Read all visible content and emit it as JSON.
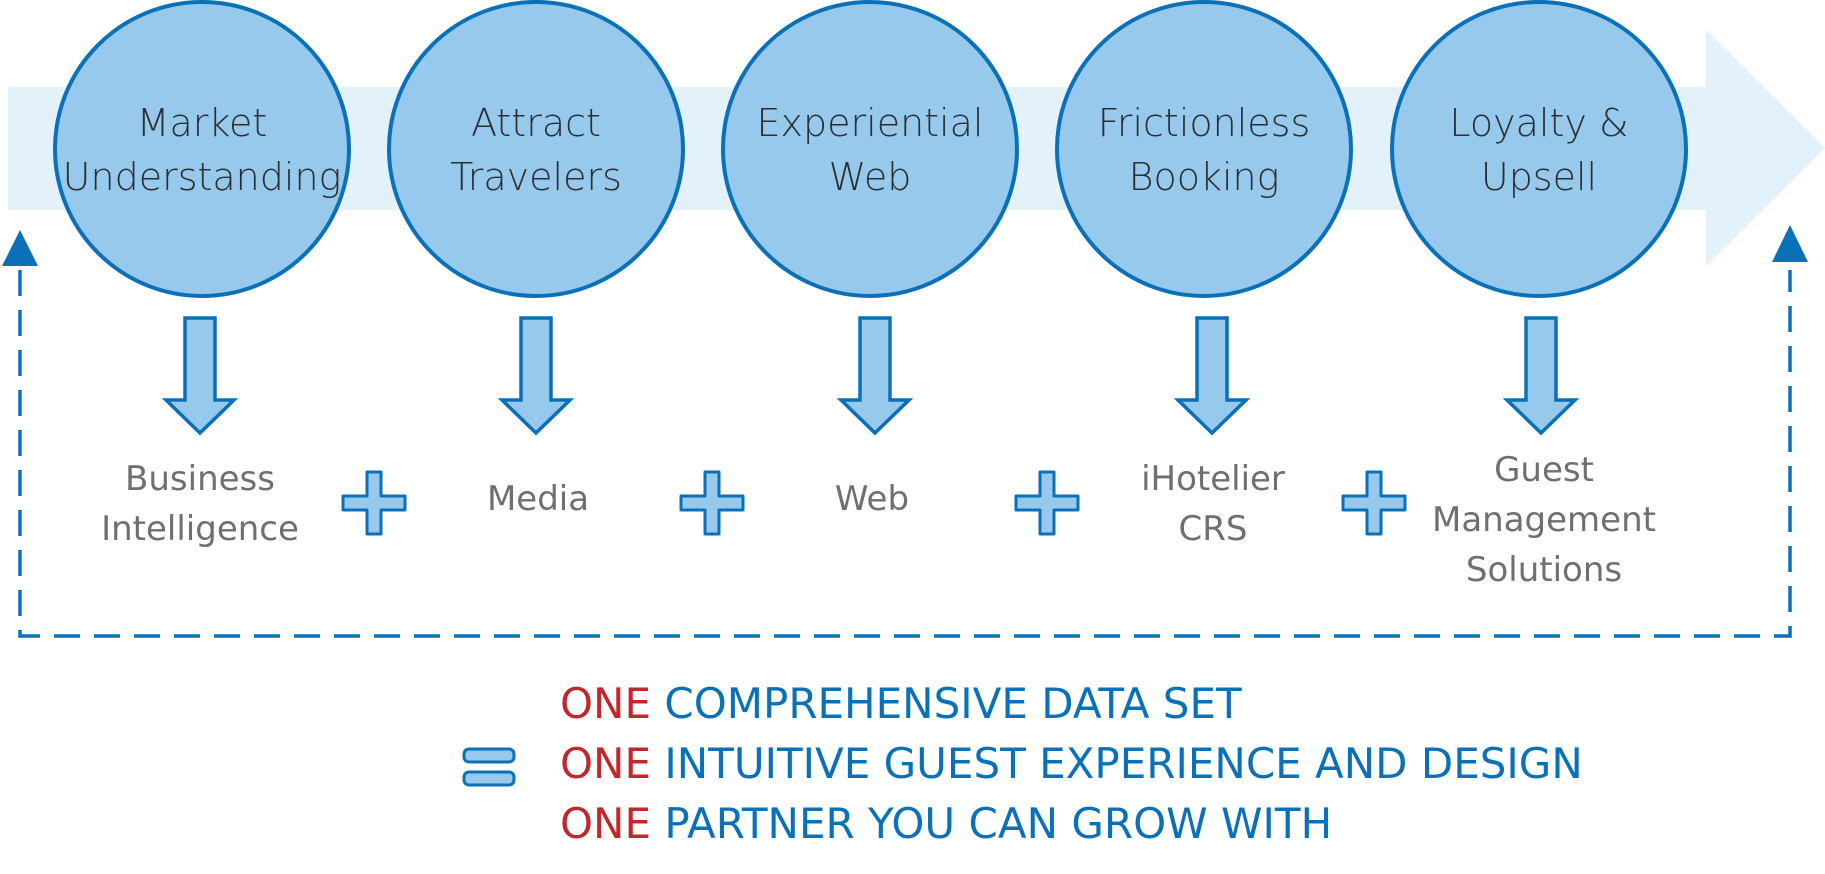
{
  "stages": [
    {
      "lines": [
        "Market",
        "Understanding"
      ]
    },
    {
      "lines": [
        "Attract",
        "Travelers"
      ]
    },
    {
      "lines": [
        "Experiential",
        "Web"
      ]
    },
    {
      "lines": [
        "Frictionless",
        "Booking"
      ]
    },
    {
      "lines": [
        "Loyalty &",
        "Upsell"
      ]
    }
  ],
  "outputs": [
    {
      "lines": [
        "Business",
        "Intelligence"
      ]
    },
    {
      "lines": [
        "Media"
      ]
    },
    {
      "lines": [
        "Web"
      ]
    },
    {
      "lines": [
        "iHotelier",
        "CRS"
      ]
    },
    {
      "lines": [
        "Guest",
        "Management",
        "Solutions"
      ]
    }
  ],
  "summary": {
    "lines": [
      {
        "prefix": "ONE",
        "text": "COMPREHENSIVE DATA SET"
      },
      {
        "prefix": "ONE",
        "text": "INTUITIVE GUEST EXPERIENCE AND DESIGN"
      },
      {
        "prefix": "ONE",
        "text": "PARTNER YOU CAN GROW WITH"
      }
    ]
  },
  "colors": {
    "band": "#e2f1fa",
    "circle_fill": "#96c9ec",
    "circle_stroke": "#0a71b9",
    "accent_red": "#c1272d",
    "accent_blue": "#0a71b9",
    "output_text": "#6f6f6f"
  }
}
